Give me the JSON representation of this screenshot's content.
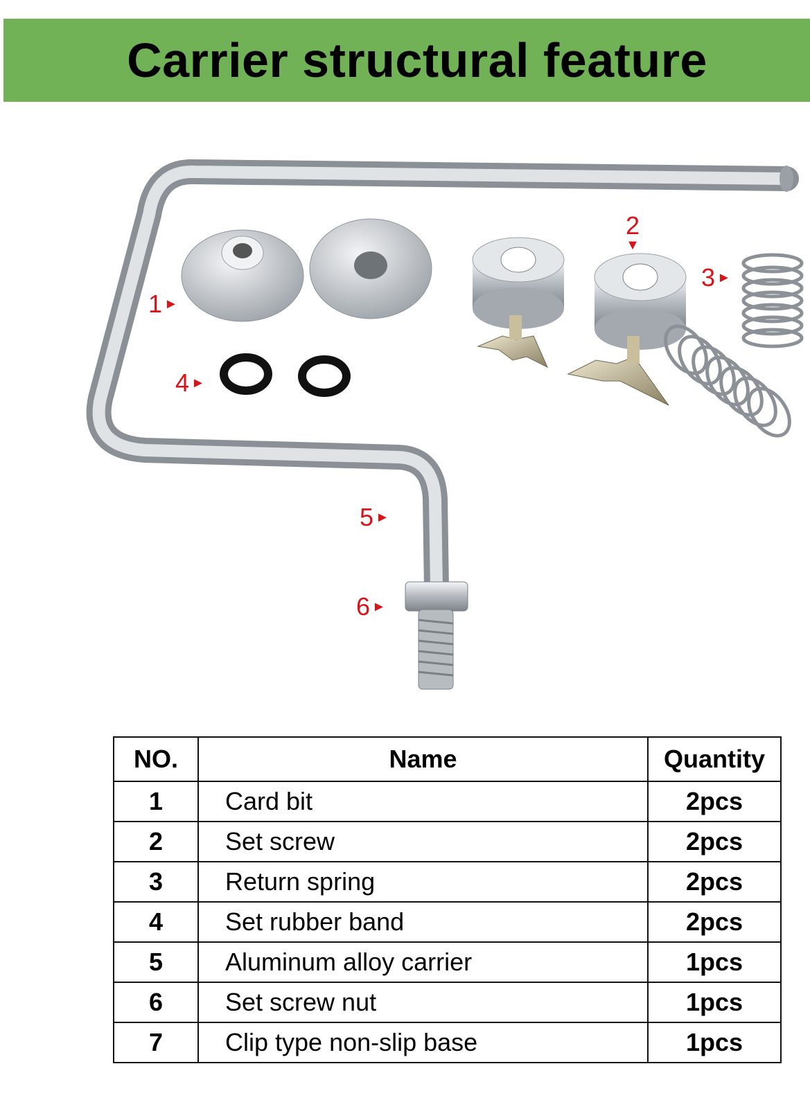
{
  "header": {
    "title": "Carrier structural feature"
  },
  "callouts": {
    "c1": "1",
    "c2": "2",
    "c3": "3",
    "c4": "4",
    "c5": "5",
    "c6": "6"
  },
  "table": {
    "headers": {
      "no": "NO.",
      "name": "Name",
      "quantity": "Quantity"
    },
    "rows": [
      {
        "no": "1",
        "name": "Card bit",
        "quantity": "2pcs"
      },
      {
        "no": "2",
        "name": "Set screw",
        "quantity": "2pcs"
      },
      {
        "no": "3",
        "name": "Return spring",
        "quantity": "2pcs"
      },
      {
        "no": "4",
        "name": "Set rubber band",
        "quantity": "2pcs"
      },
      {
        "no": "5",
        "name": "Aluminum alloy carrier",
        "quantity": "1pcs"
      },
      {
        "no": "6",
        "name": "Set screw nut",
        "quantity": "1pcs"
      },
      {
        "no": "7",
        "name": "Clip type non-slip base",
        "quantity": "1pcs"
      }
    ]
  },
  "colors": {
    "banner": "#71b257",
    "callout": "#d8141b"
  }
}
